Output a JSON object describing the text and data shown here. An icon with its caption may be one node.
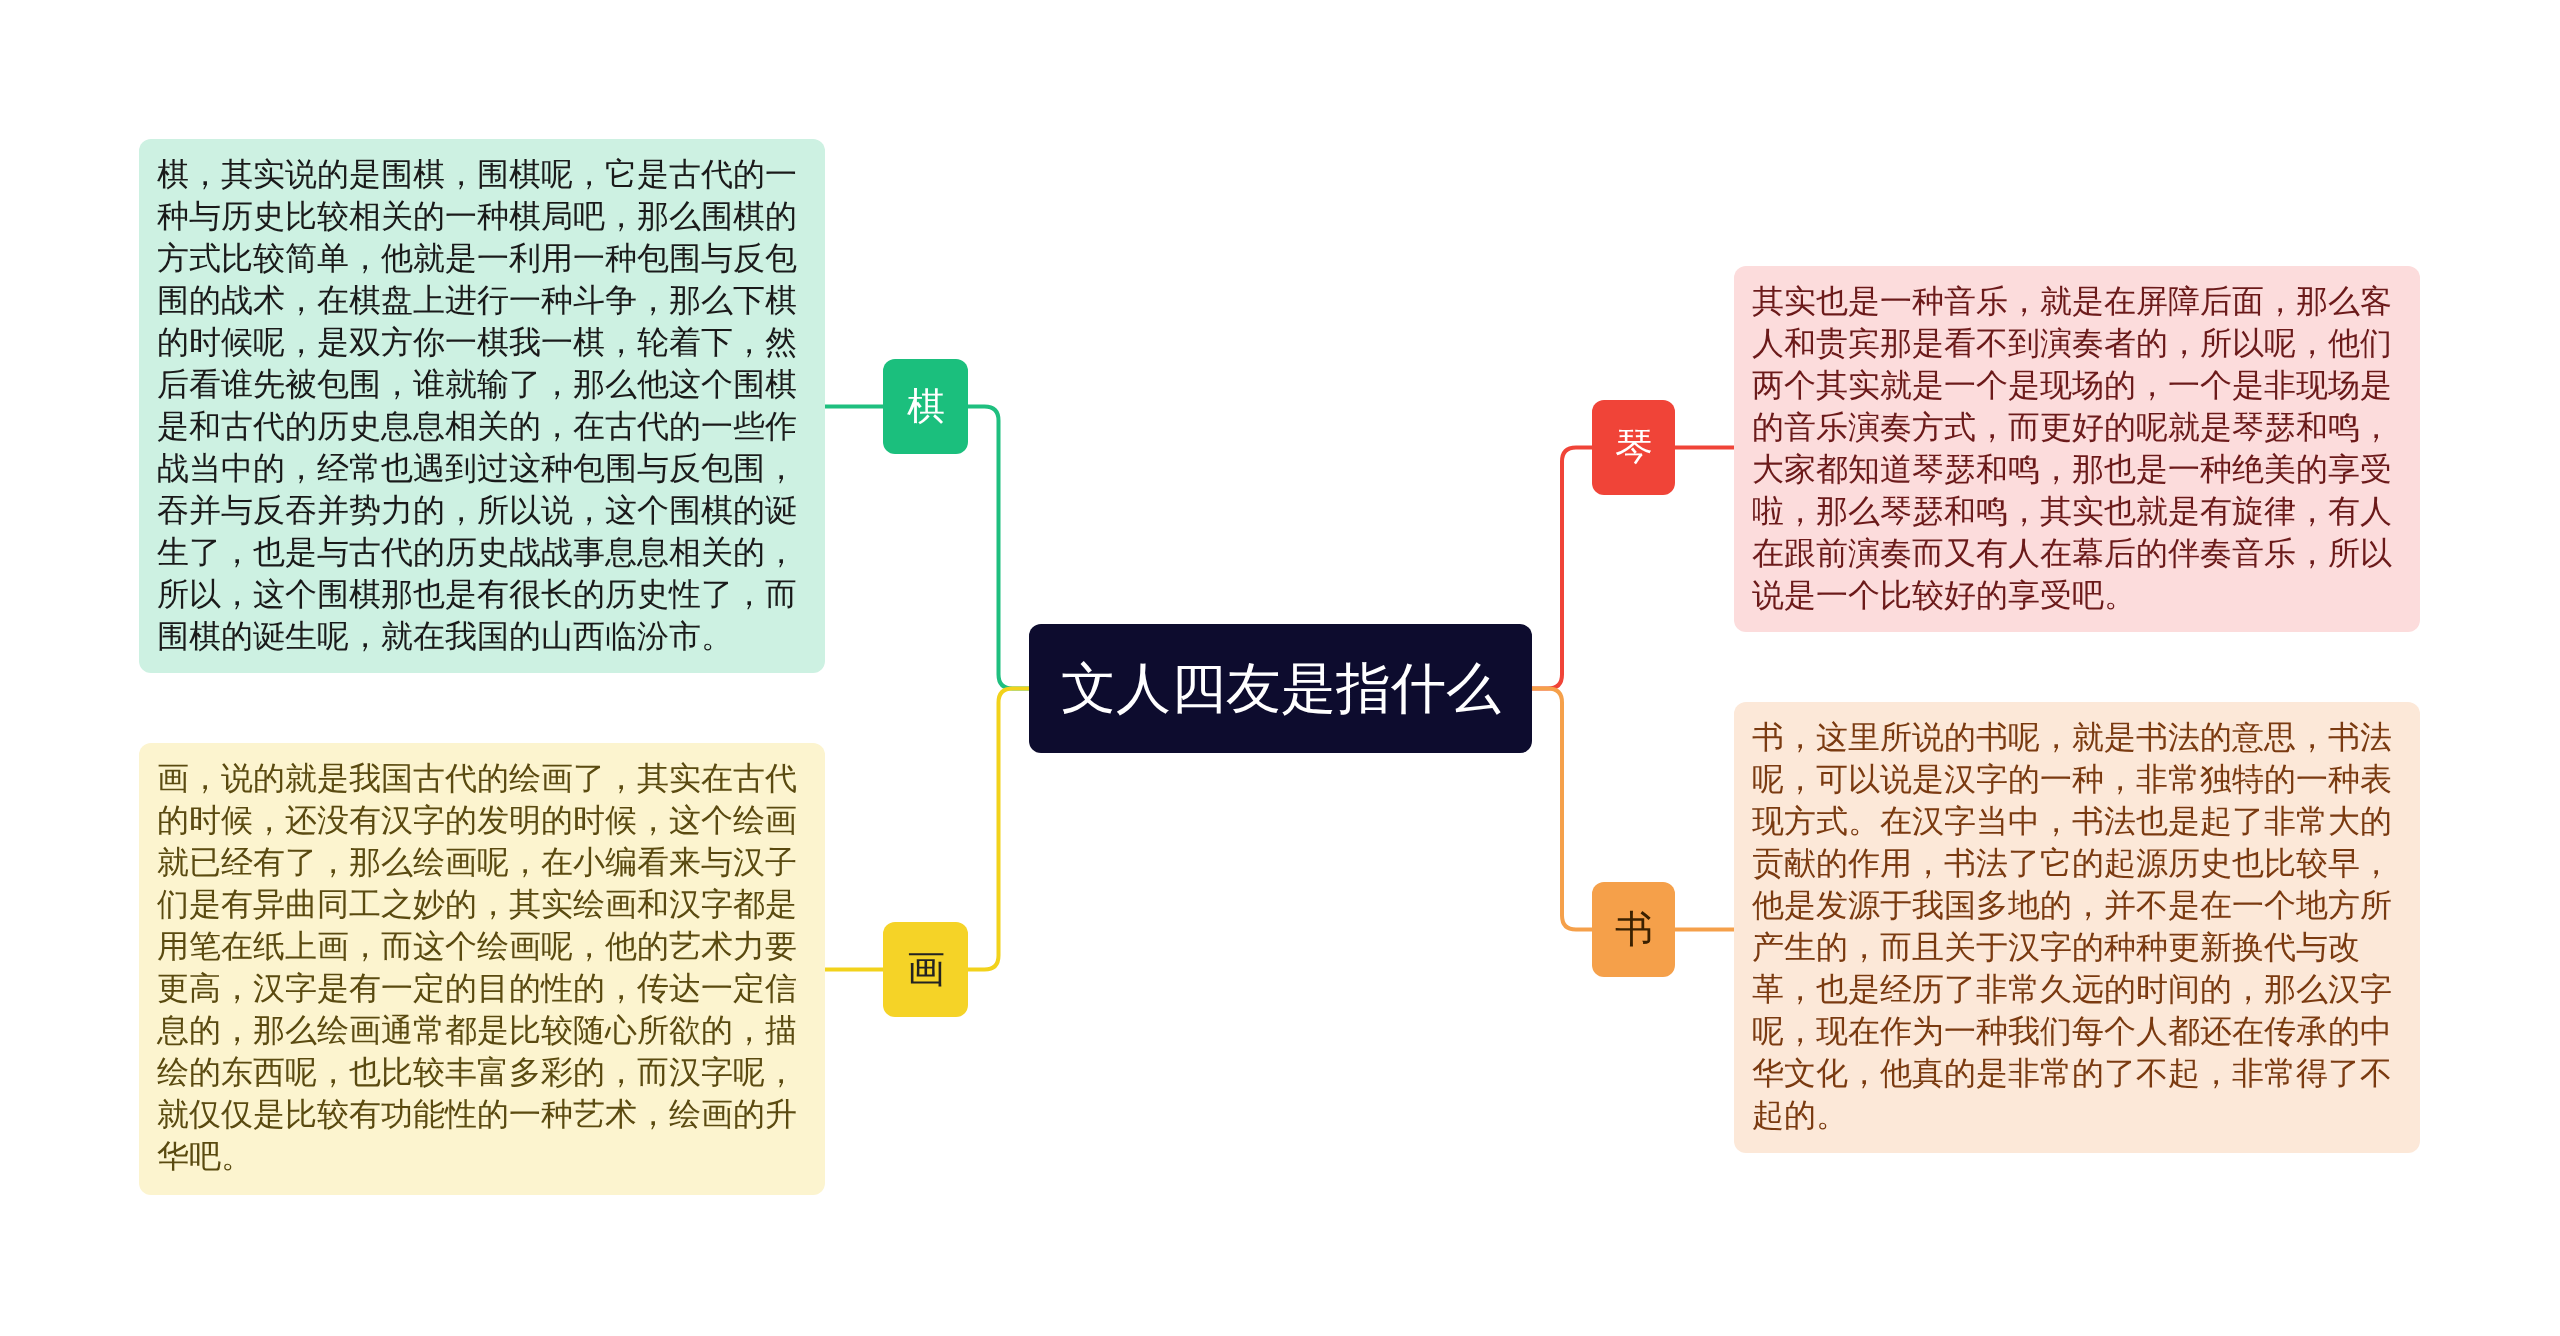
{
  "diagram": {
    "nodes": [
      {
        "text": [
          "文人四友是指什么"
        ]
      },
      {
        "text": [
          "棋"
        ]
      },
      {
        "text": [
          "棋，其实说的是围棋，围棋呢，它是古代的一种与历史比较相关的一种棋局吧，那么围棋的方式比较简单，他就是一利用一种包围与反包围的战术，在棋盘上进行一种斗争，那么下棋的时候呢，是双方你一棋我一棋，轮着下，然后看谁先被包围，谁就输了，那么他这个围棋是和古代的历史息息相关的，在古代的一些作战当中的，经常也遇到过这种包围与反包围，吞并与反吞并势力的，所以说，这个围棋的诞生了，也是与古代的历史战战事息息相关的，所以，这个围棋那也是有很长的历史性了，而围棋的诞生呢，就在我国的山西临汾市。"
        ]
      },
      {
        "text": [
          "画"
        ]
      },
      {
        "text": [
          "画，说的就是我国古代的绘画了，其实在古代的时候，还没有汉字的发明的时候，这个绘画就已经有了，那么绘画呢，在小编看来与汉子们是有异曲同工之妙的，其实绘画和汉字都是用笔在纸上画，而这个绘画呢，他的艺术力要更高，汉字是有一定的目的性的，传达一定信息的，那么绘画通常都是比较随心所欲的，描绘的东西呢，也比较丰富多彩的，而汉字呢，就仅仅是比较有功能性的一种艺术，绘画的升华吧。"
        ]
      },
      {
        "text": [
          "琴"
        ]
      },
      {
        "text": [
          "其实也是一种音乐，就是在屏障后面，那么客人和贵宾那是看不到演奏者的，所以呢，他们两个其实就是一个是现场的，一个是非现场是的音乐演奏方式，而更好的呢就是琴瑟和鸣，大家都知道琴瑟和鸣，那也是一种绝美的享受啦，那么琴瑟和鸣，其实也就是有旋律，有人在跟前演奏而又有人在幕后的伴奏音乐，所以说是一个比较好的享受吧。"
        ]
      },
      {
        "text": [
          "书"
        ]
      },
      {
        "text": [
          "书，这里所说的书呢，就是书法的意思，书法呢，可以说是汉字的一种，非常独特的一种表现方式。在汉字当中，书法也是起了非常大的贡献的作用，书法了它的起源历史也比较早，他是发源于我国多地的，并不是在一个地方所产生的，而且关于汉字的种种更新换代与改革，也是经历了非常久远的时间的，那么汉字呢，现在作为一种我们每个人都还在传承的中华文化，他真的是非常的了不起，非常得了不起的。"
        ]
      }
    ],
    "edges": [
      {
        "from": 0,
        "to": 1,
        "arrow": "none",
        "color": "#1fbf7f"
      },
      {
        "from": 1,
        "to": 2,
        "arrow": "none",
        "color": "#1fbf7f"
      },
      {
        "from": 0,
        "to": 3,
        "arrow": "none",
        "color": "#f2d21b"
      },
      {
        "from": 3,
        "to": 4,
        "arrow": "none",
        "color": "#f2d21b"
      },
      {
        "from": 0,
        "to": 5,
        "arrow": "none",
        "color": "#f04438"
      },
      {
        "from": 5,
        "to": 6,
        "arrow": "none",
        "color": "#f04438"
      },
      {
        "from": 0,
        "to": 7,
        "arrow": "none",
        "color": "#f5a04a"
      },
      {
        "from": 7,
        "to": 8,
        "arrow": "none",
        "color": "#f5a04a"
      }
    ]
  }
}
